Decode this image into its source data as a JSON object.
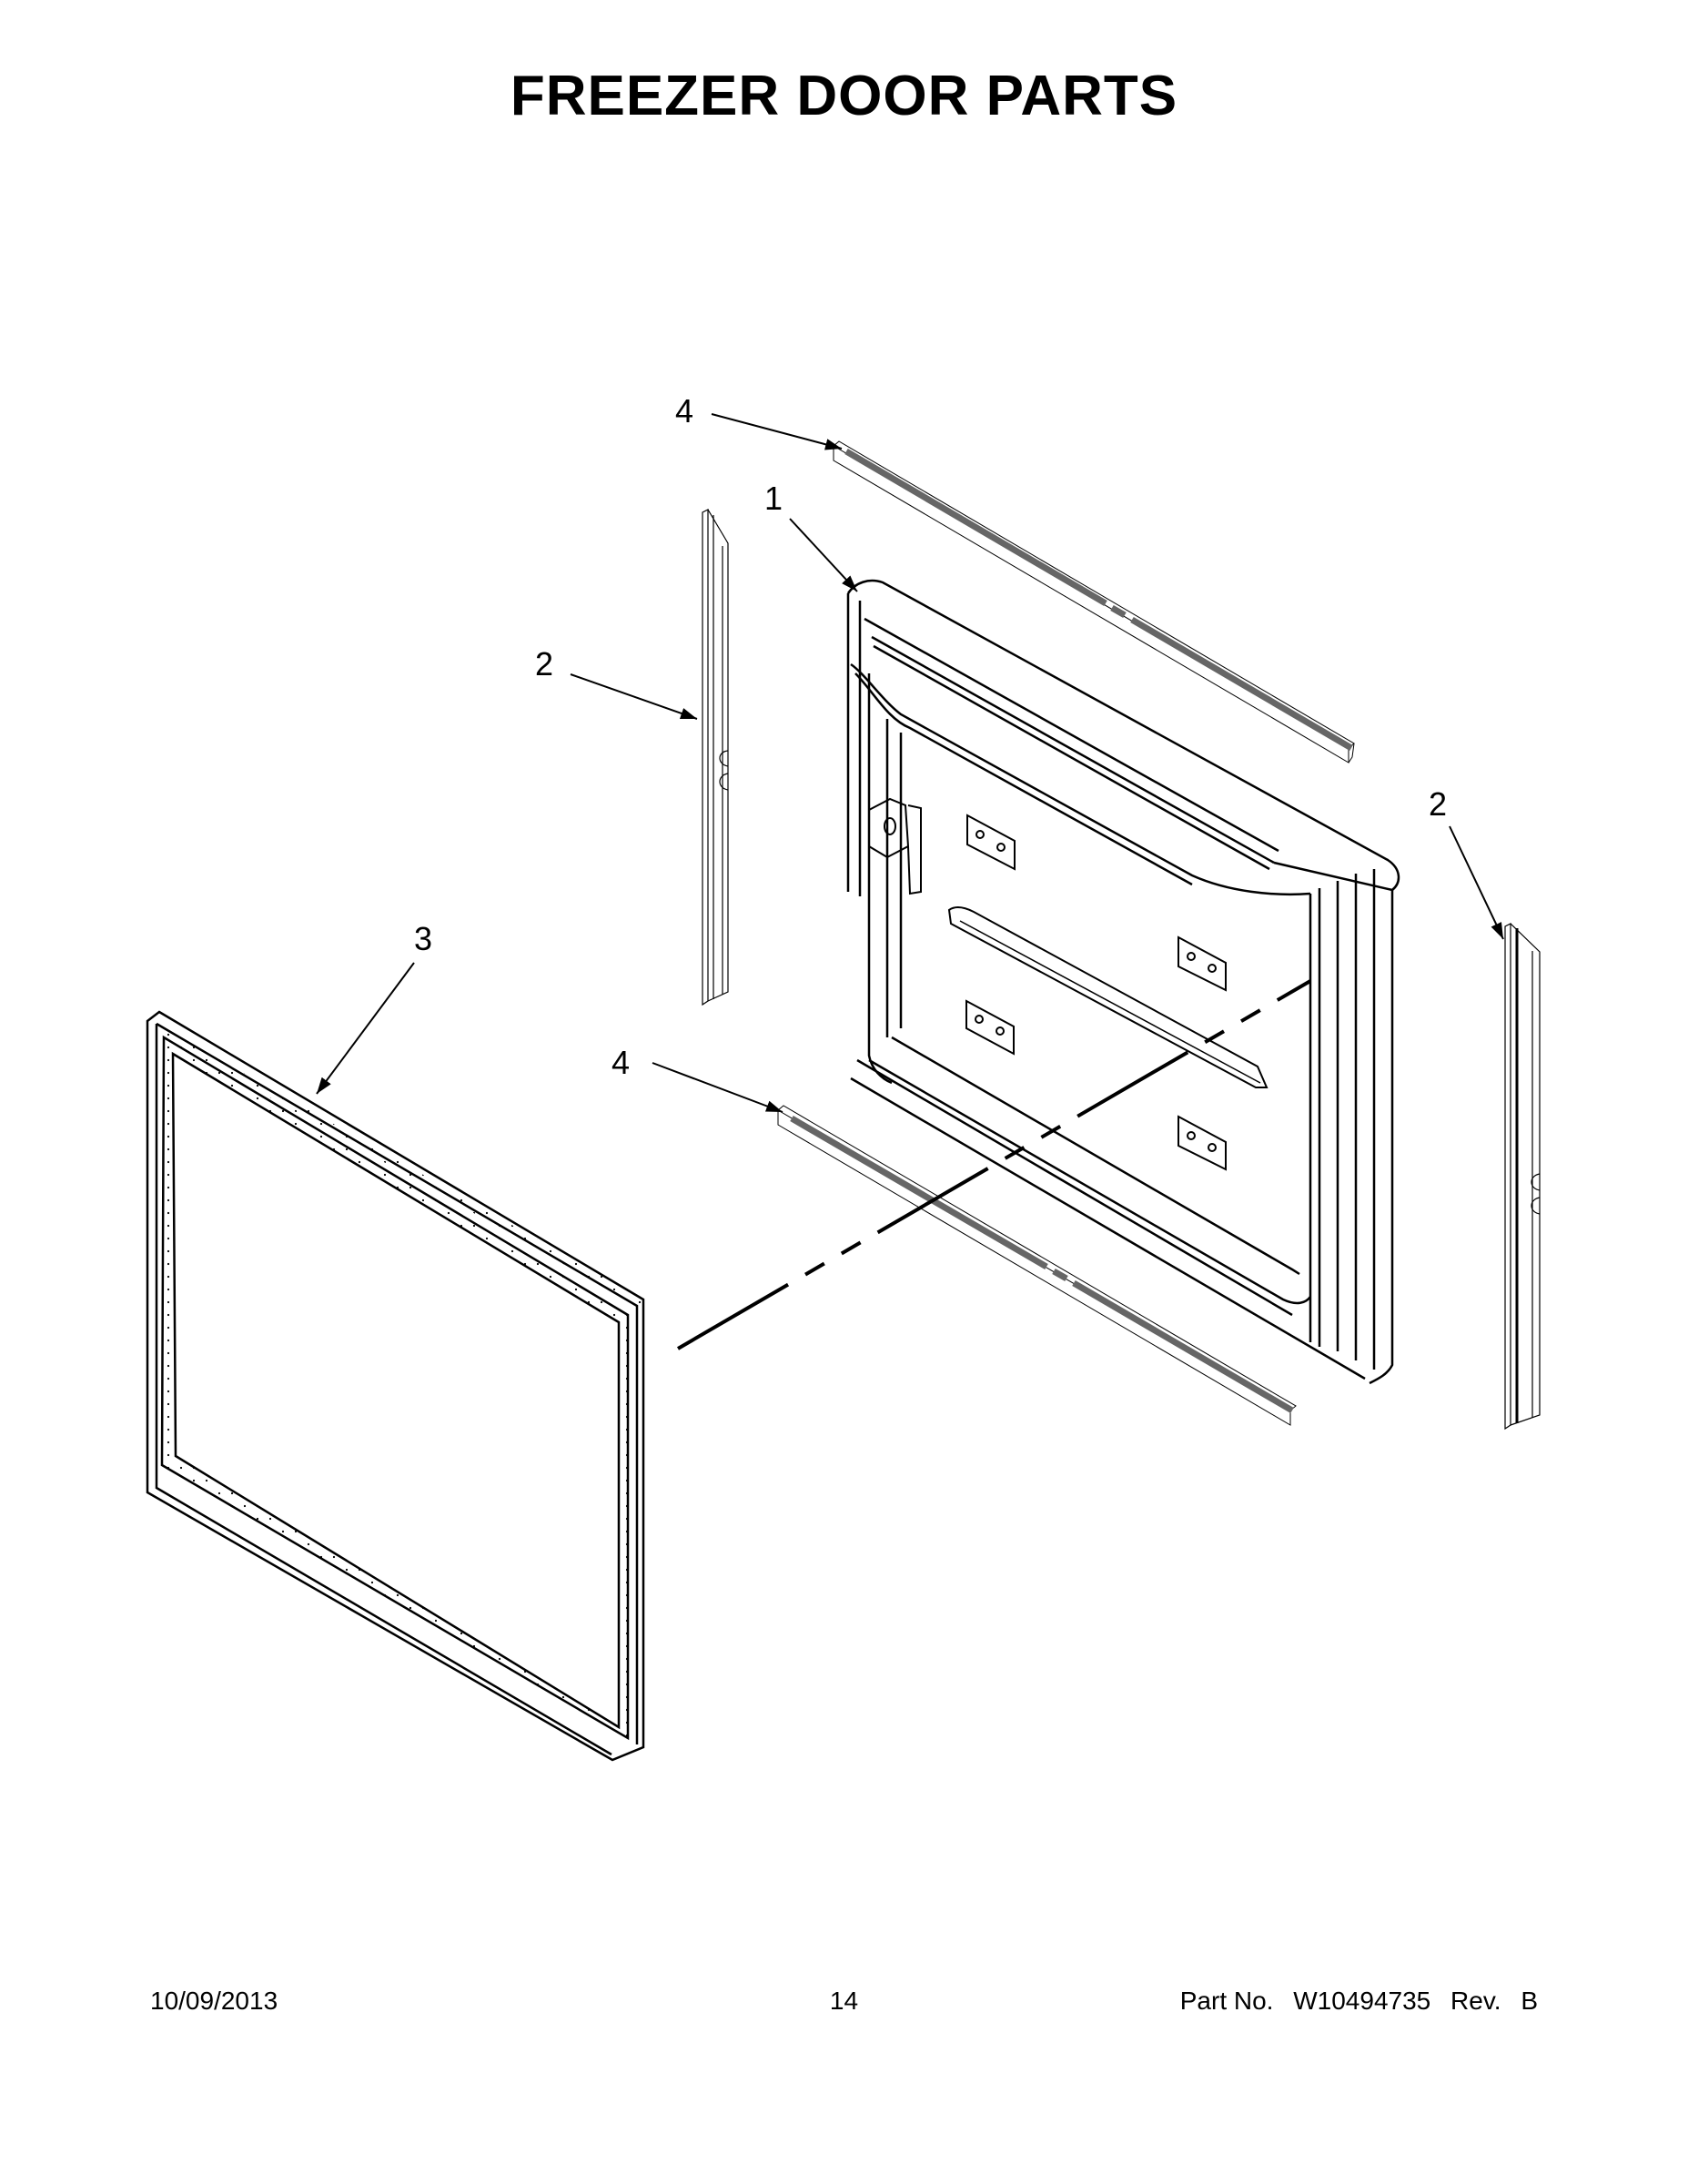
{
  "page": {
    "title": "FREEZER DOOR PARTS"
  },
  "parts": [
    {
      "ref": "1",
      "label": "1",
      "description": "freezer door assembly"
    },
    {
      "ref": "2",
      "label": "2",
      "description": "door side trim (left)"
    },
    {
      "ref": "2b",
      "label": "2",
      "description": "door side trim (right)"
    },
    {
      "ref": "3",
      "label": "3",
      "description": "door gasket"
    },
    {
      "ref": "4",
      "label": "4",
      "description": "door top trim"
    },
    {
      "ref": "4b",
      "label": "4",
      "description": "door bottom trim"
    }
  ],
  "callouts": {
    "part1": "1",
    "part2_left": "2",
    "part2_right": "2",
    "part3": "3",
    "part4_top": "4",
    "part4_bottom": "4"
  },
  "footer": {
    "date": "10/09/2013",
    "page_number": "14",
    "part_no_label": "Part No.",
    "part_no": "W10494735",
    "rev_label": "Rev.",
    "rev": "B"
  },
  "colors": {
    "line": "#000000",
    "trim_fill": "#7a7a7a",
    "background": "#ffffff"
  }
}
